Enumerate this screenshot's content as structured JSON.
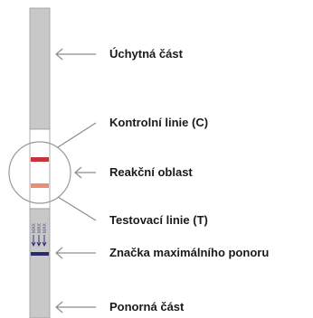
{
  "labels": {
    "handle": "Úchytná část",
    "control_line": "Kontrolní linie (C)",
    "reaction_area": "Reakční oblast",
    "test_line": "Testovací linie (T)",
    "max_mark": "Značka maximálního ponoru",
    "dip_part": "Ponorná část"
  },
  "max_markers": [
    "MAX",
    "MAX",
    "MAX"
  ],
  "colors": {
    "strip": "#c8c8c8",
    "strip_border": "#9a9a9a",
    "window": "#ffffff",
    "control_line": "#c8323c",
    "test_line": "#ec8b78",
    "max_bar": "#2a2a6e",
    "arrow": "#8c8c8c",
    "text": "#1a1a1a"
  },
  "icons": {
    "pointer": "arrow-left-icon",
    "dip_direction": "arrow-down-icon"
  }
}
